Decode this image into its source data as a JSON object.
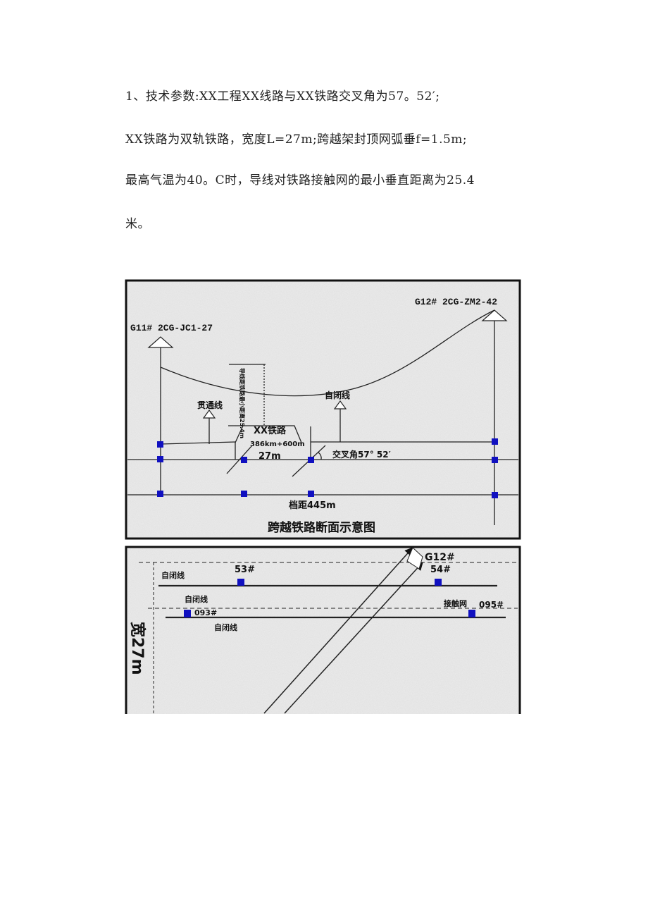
{
  "text": {
    "line1": "1、技术参数:XX工程XX线路与XX铁路交叉角为57。52′;",
    "line2": "XX铁路为双轨铁路，宽度L=27m;跨越架封顶网弧垂f=1.5m;",
    "line3": "最高气温为40。C时，导线对铁路接触网的最小垂直距离为25.4",
    "line4": "米。"
  },
  "section_diagram": {
    "tower_left": "G11# 2CG-JC1-27",
    "tower_right": "G12# 2CG-ZM2-42",
    "clearance_label": "导线距铁路最小距离25.4m",
    "through_line": "贯通线",
    "block_line": "自闭线",
    "railway_name": "XX铁路",
    "railway_mileage": "386km+600m",
    "railway_width": "27m",
    "crossing_angle": "交叉角57° 52′",
    "span": "档距445m",
    "title": "跨越铁路断面示意图",
    "marker_color": "#1010c0"
  },
  "plan_diagram": {
    "tower": "G12#",
    "block_line_top": "自闭线",
    "pole_53": "53#",
    "pole_54": "54#",
    "block_line_mid": "自闭线",
    "pole_093": "093#",
    "catenary": "接触网",
    "pole_095": "095#",
    "block_line_bottom": "自闭线",
    "width_label": "宽27m"
  }
}
